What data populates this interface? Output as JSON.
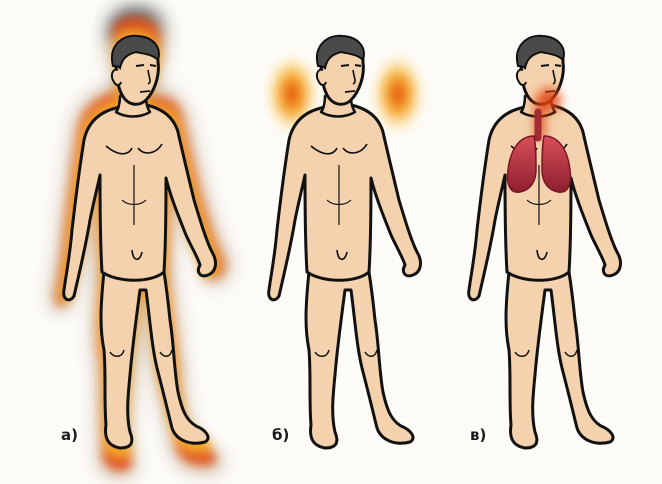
{
  "panels": [
    {
      "label": "а)"
    },
    {
      "label": "б)"
    },
    {
      "label": "в)"
    }
  ],
  "colors": {
    "skin": "#f3d2ad",
    "outline": "#111111",
    "hair": "#4a4a4a",
    "glow_red": "#e14310",
    "glow_orange": "#f5a629",
    "glow_yellow": "#fde68c",
    "lungs": "#b8323a",
    "background": "#fdfbf7"
  }
}
